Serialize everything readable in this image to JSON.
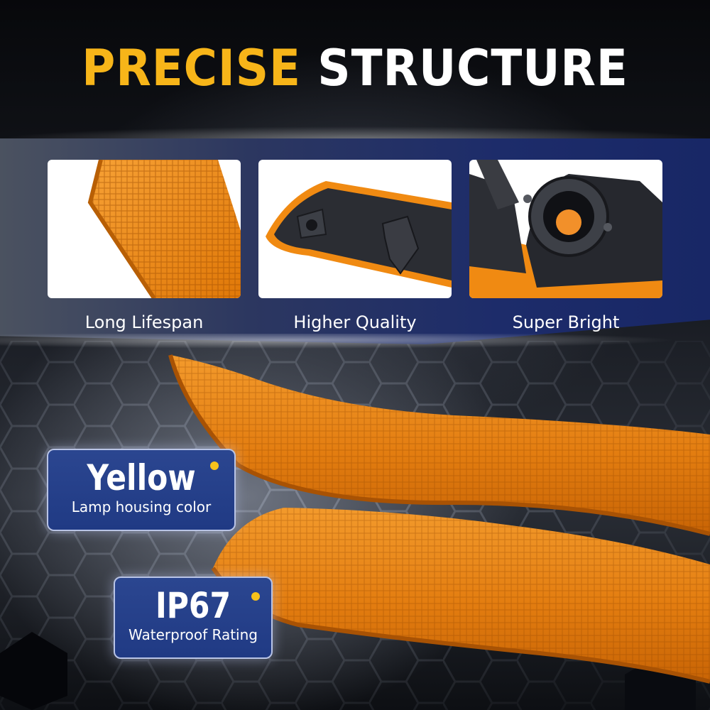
{
  "title": {
    "part1": "PRECISE",
    "part2": "STRUCTURE"
  },
  "colors": {
    "accent_yellow": "#f7b519",
    "badge_blue": "#203a84",
    "lamp_amber": "#f08a12"
  },
  "features": [
    {
      "label": "Long Lifespan",
      "icon": "lamp-lens-closeup"
    },
    {
      "label": "Higher Quality",
      "icon": "lamp-back-housing"
    },
    {
      "label": "Super Bright",
      "icon": "bulb-socket"
    }
  ],
  "badges": [
    {
      "title": "Yellow",
      "subtitle": "Lamp housing color"
    },
    {
      "title": "IP67",
      "subtitle": "Waterproof Rating"
    }
  ]
}
